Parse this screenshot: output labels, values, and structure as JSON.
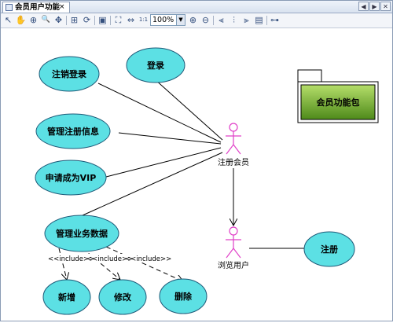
{
  "tab": {
    "title": "会员用户功能",
    "close": "×"
  },
  "nav": {
    "left": "◀",
    "right": "▶",
    "close": "✕"
  },
  "toolbar": {
    "tools": [
      {
        "name": "select-tool-icon",
        "glyph": "↖"
      },
      {
        "name": "hand-tool-icon",
        "glyph": "✋"
      },
      {
        "name": "zoom-region-icon",
        "glyph": "⊕"
      },
      {
        "name": "magnifier-icon",
        "glyph": "🔍"
      },
      {
        "name": "move-icon",
        "glyph": "✥"
      },
      {
        "name": "zoom-in-page-icon",
        "glyph": "⊞"
      },
      {
        "name": "refresh-icon",
        "glyph": "⟳"
      },
      {
        "name": "export-icon",
        "glyph": "▣"
      },
      {
        "name": "fit-page-icon",
        "glyph": "⛶"
      },
      {
        "name": "fit-width-icon",
        "glyph": "⇔"
      },
      {
        "name": "actual-size-icon",
        "glyph": "1:1"
      }
    ],
    "zoom_value": "100%",
    "tools2": [
      {
        "name": "zoom-in-icon",
        "glyph": "⊕"
      },
      {
        "name": "zoom-out-icon",
        "glyph": "⊖"
      },
      {
        "name": "align-left-icon",
        "glyph": "⫷"
      },
      {
        "name": "align-center-icon",
        "glyph": "⫶"
      },
      {
        "name": "align-right-icon",
        "glyph": "⫸"
      },
      {
        "name": "layout-icon",
        "glyph": "▤"
      },
      {
        "name": "tree-icon",
        "glyph": "⊶"
      }
    ]
  },
  "diagram": {
    "usecases": {
      "cancel_login": "注销登录",
      "login": "登录",
      "manage_reg_info": "管理注册信息",
      "apply_vip": "申请成为VIP",
      "manage_business": "管理业务数据",
      "add": "新增",
      "modify": "修改",
      "delete": "删除",
      "register": "注册"
    },
    "actors": {
      "registered_member": "注册会员",
      "visitor": "浏览用户"
    },
    "package": "会员功能包",
    "include_label": "<<include>>",
    "colors": {
      "usecase_fill": "#5ce0e4",
      "usecase_stroke": "#1e5a78",
      "actor": "#e040c8",
      "package_fill": "#8fc43c",
      "package_dark": "#4e8a1a"
    }
  }
}
